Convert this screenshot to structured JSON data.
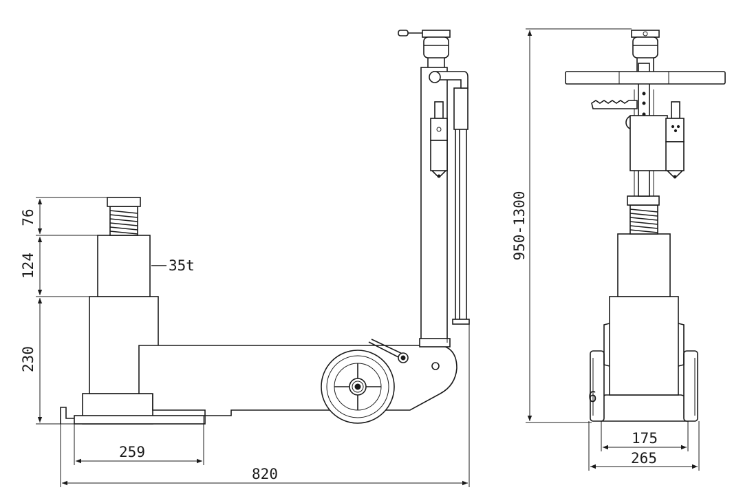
{
  "dimensions": {
    "saddle_height": "76",
    "ram_height": "124",
    "cylinder_height": "230",
    "capacity": "35t",
    "front_length": "259",
    "overall_length": "820",
    "height_range": "950-1300",
    "inner_width": "175",
    "overall_width": "265",
    "small_mark": "6"
  }
}
